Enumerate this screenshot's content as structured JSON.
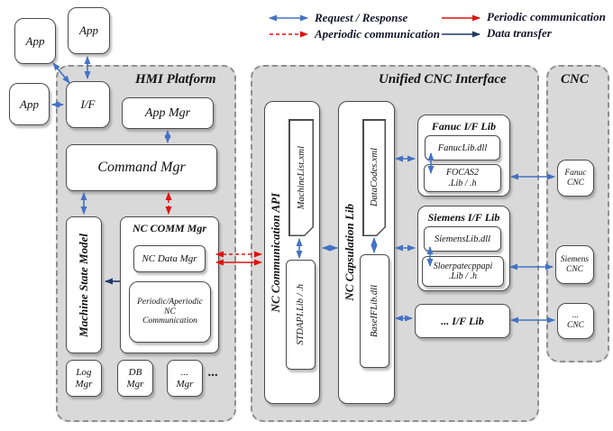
{
  "legend": {
    "request_response": "Request / Response",
    "aperiodic": "Aperiodic communication",
    "periodic": "Periodic communication",
    "data_transfer": "Data transfer"
  },
  "apps": {
    "app1": "App",
    "app2": "App",
    "app3": "App"
  },
  "hmi": {
    "title": "HMI Platform",
    "if_box": "I/F",
    "app_mgr": "App Mgr",
    "command_mgr": "Command Mgr",
    "machine_state_model": "Machine State Model",
    "nc_comm_mgr": {
      "title": "NC COMM Mgr",
      "nc_data_mgr": "NC Data Mgr",
      "periodic_aperiodic": "Periodic/Aperiodic\nNC\nCommunication"
    },
    "log_mgr": "Log\nMgr",
    "db_mgr": "DB\nMgr",
    "etc_mgr": "...\nMgr",
    "ellipsis": "..."
  },
  "unified": {
    "title": "Unified CNC Interface",
    "nc_communication_api": {
      "label": "NC Communication API",
      "machine_list": "MachineList.xml",
      "stdapi": "STDAPI.Lib / .h"
    },
    "nc_capsulation_lib": {
      "label": "NC Capsulation Lib",
      "data_codes": "DataCodes.xml",
      "baseif": "BaseIFLib.dll"
    },
    "fanuc_if_lib": {
      "title": "Fanuc I/F Lib",
      "fanuclib_dll": "FanucLib.dll",
      "focas2": "FOCAS2\n.Lib / .h"
    },
    "siemens_if_lib": {
      "title": "Siemens I/F Lib",
      "siemenslib_dll": "SiemensLib.dll",
      "sloperatecppapi": "Sloerpatecppapi\n.Lib / .h"
    },
    "etc_if_lib": "... I/F Lib"
  },
  "cnc": {
    "title": "CNC",
    "fanuc_cnc": "Fanuc\nCNC",
    "siemens_cnc": "Siemens\nCNC",
    "etc_cnc": "...\nCNC"
  },
  "colors": {
    "arrow_blue": "#4472c4",
    "arrow_red": "#e01212",
    "arrow_navy": "#1f3864",
    "panel_fill": "#d9d9d9"
  }
}
